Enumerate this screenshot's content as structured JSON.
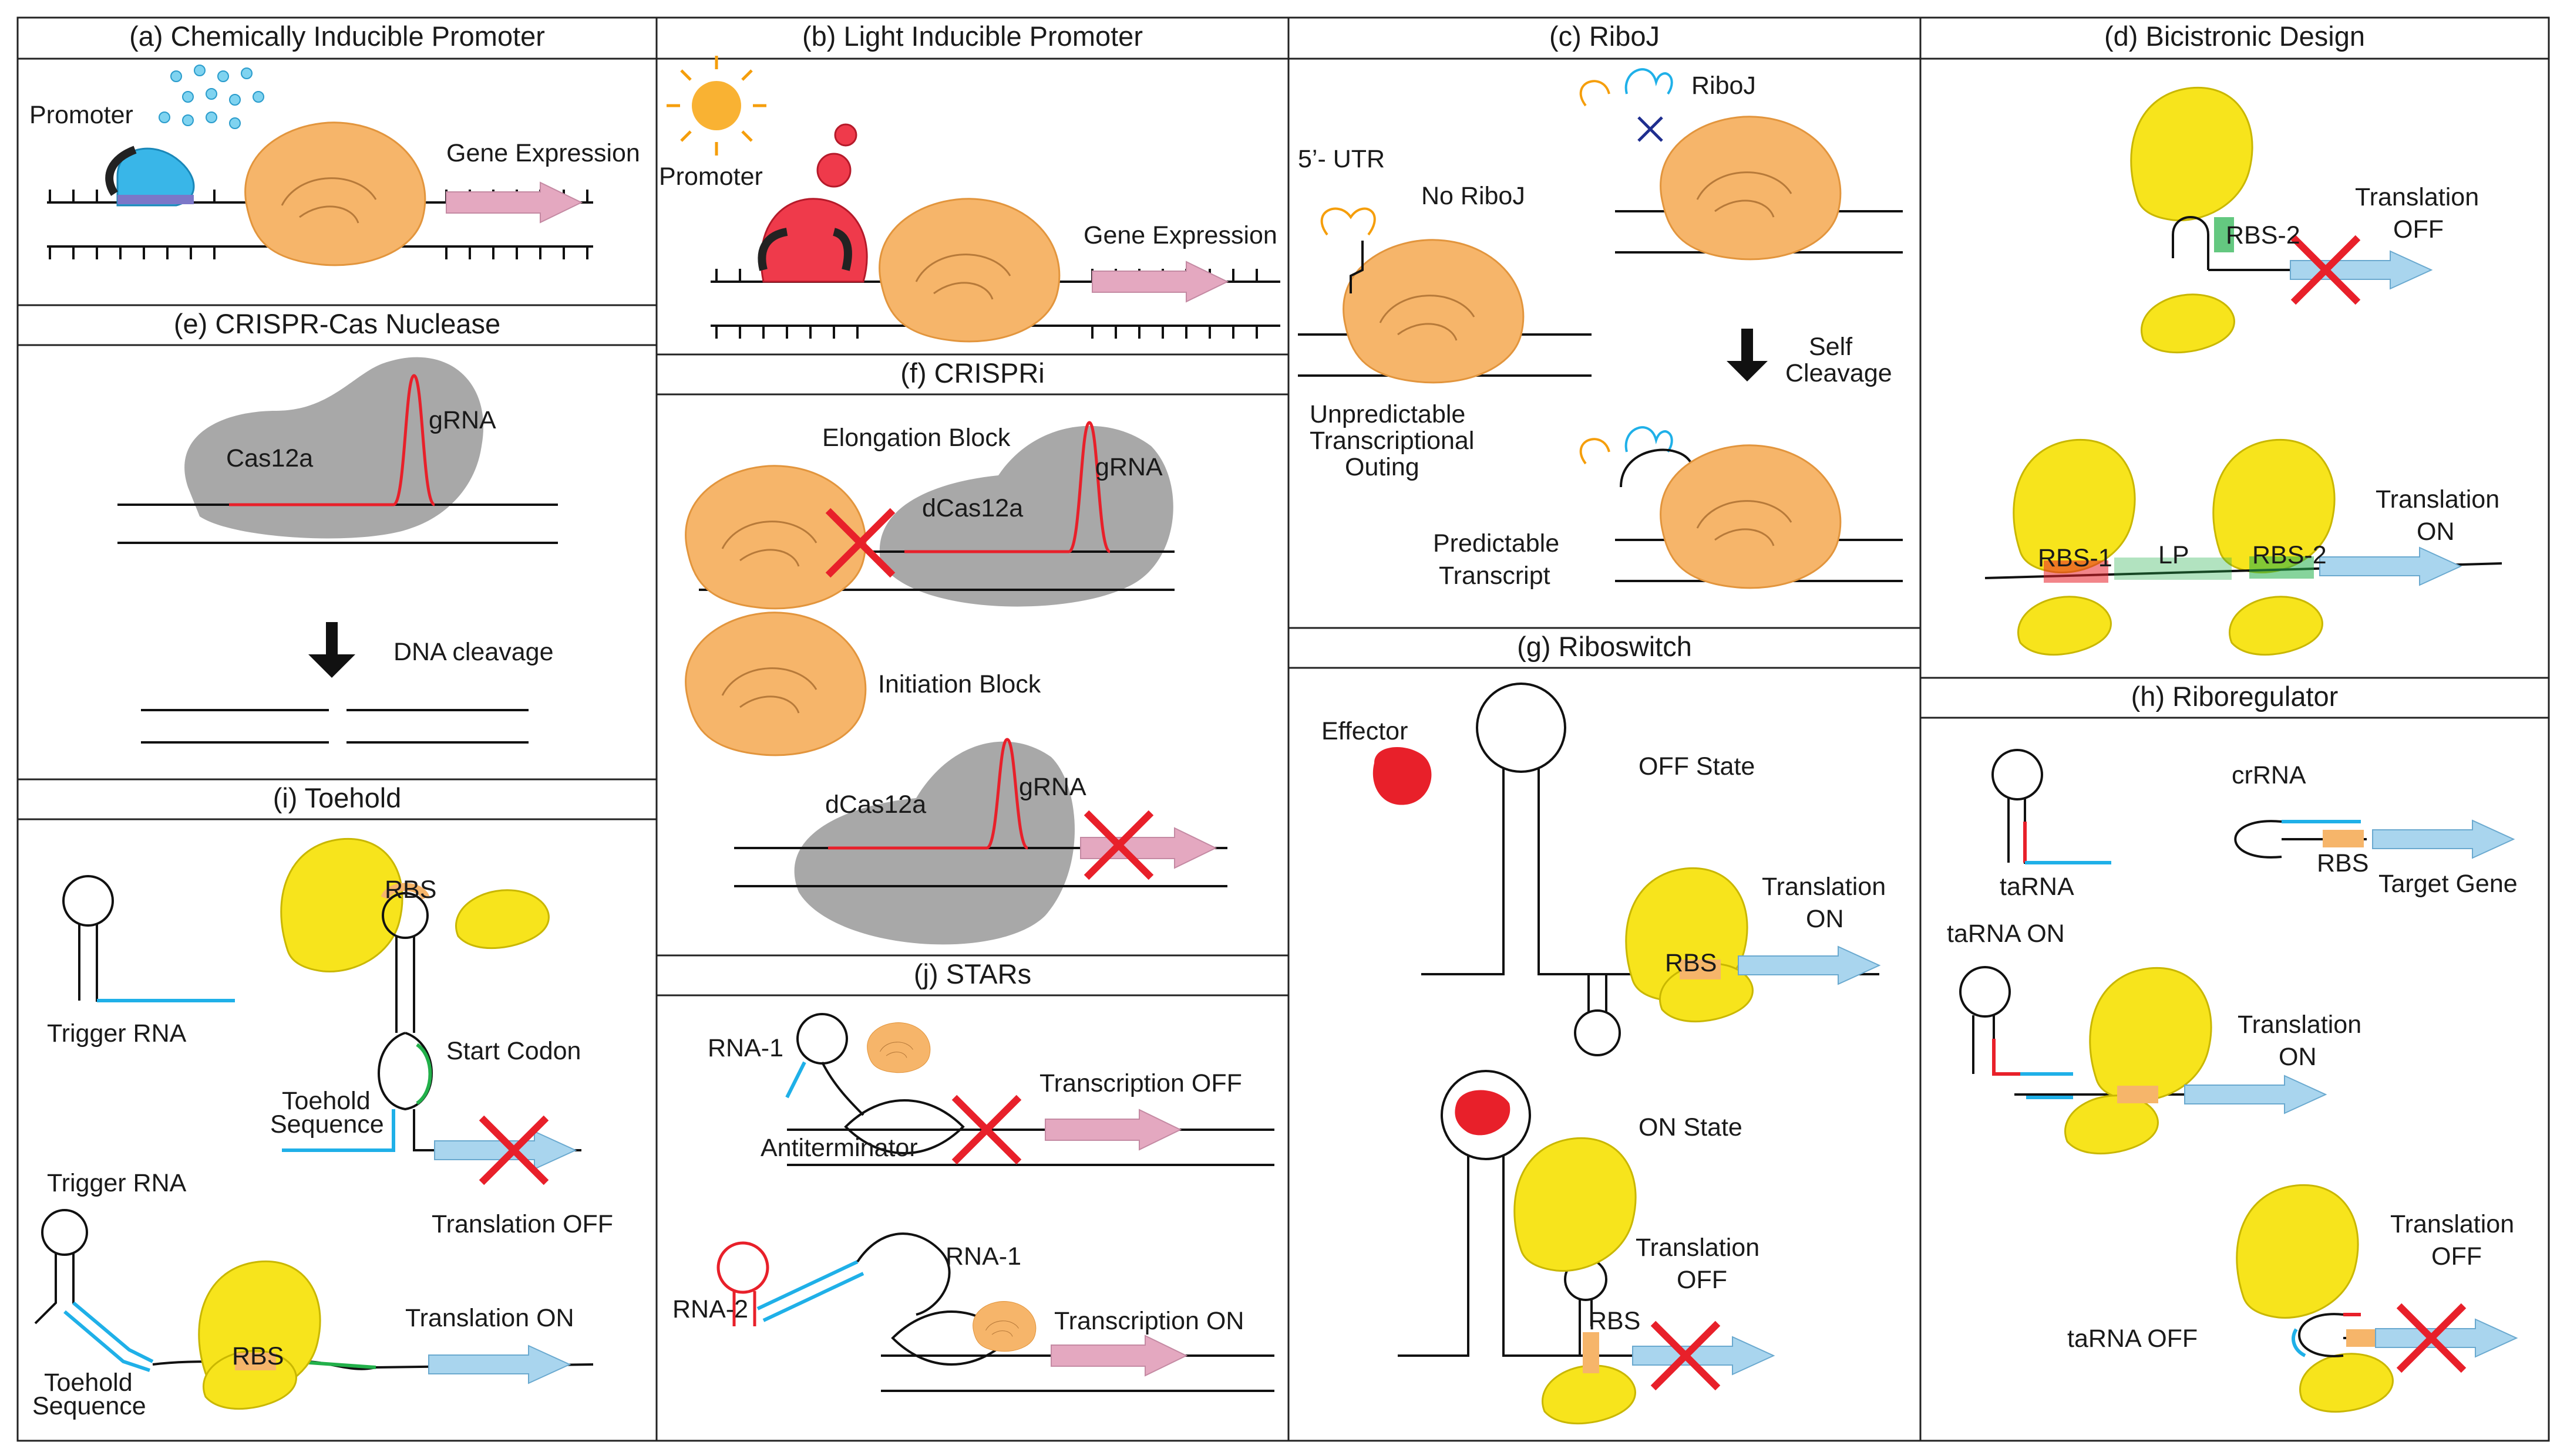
{
  "colors": {
    "ribosome_orange": "#f6b56a",
    "yellow_protein": "#f7e41c",
    "cas_gray": "#a8a8a8",
    "rna_red": "#e8202a",
    "rna_blue": "#1fb0e8",
    "rna_green": "#22b04a",
    "gene_pink": "#e4a8c0",
    "gene_blue": "#a9d5ee",
    "cross_red": "#e8202a"
  },
  "panels": {
    "a": {
      "title": "(a) Chemically Inducible Promoter",
      "promoter": "Promoter",
      "expression": "Gene Expression"
    },
    "b": {
      "title": "(b) Light Inducible Promoter",
      "promoter": "Promoter",
      "expression": "Gene Expression"
    },
    "c": {
      "title": "(c) RiboJ",
      "riboj": "RiboJ",
      "utr": "5’- UTR",
      "no_riboj": "No RiboJ",
      "self1": "Self",
      "self2": "Cleavage",
      "unpred1": "Unpredictable",
      "unpred2": "Transcriptional",
      "unpred3": "Outing",
      "pred1": "Predictable",
      "pred2": "Transcript"
    },
    "d": {
      "title": "(d) Bicistronic Design",
      "rbs2": "RBS-2",
      "off1": "Translation",
      "off2": "OFF",
      "rbs1": "RBS-1",
      "lp": "LP",
      "rbs2b": "RBS-2",
      "on1": "Translation",
      "on2": "ON"
    },
    "e": {
      "title": "(e) CRISPR-Cas Nuclease",
      "cas": "Cas12a",
      "grna": "gRNA",
      "cleave": "DNA cleavage"
    },
    "f": {
      "title": "(f) CRISPRi",
      "elong": "Elongation Block",
      "dcas1": "dCas12a",
      "grna1": "gRNA",
      "init": "Initiation Block",
      "dcas2": "dCas12a",
      "grna2": "gRNA"
    },
    "g": {
      "title": "(g) Riboswitch",
      "effector": "Effector",
      "off_state": "OFF State",
      "on1": "Translation",
      "on2": "ON",
      "rbs1": "RBS",
      "on_state": "ON State",
      "off1": "Translation",
      "off2": "OFF",
      "rbs2": "RBS"
    },
    "h": {
      "title": "(h) Riboregulator",
      "crrna": "crRNA",
      "tarna": "taRNA",
      "rbs": "RBS",
      "target": "Target Gene",
      "tarna_on": "taRNA ON",
      "on1": "Translation",
      "on2": "ON",
      "off1": "Translation",
      "off2": "OFF",
      "tarna_off": "taRNA OFF"
    },
    "i": {
      "title": "(i) Toehold",
      "trigger1": "Trigger RNA",
      "rbs1": "RBS",
      "start": "Start Codon",
      "toe1a": "Toehold",
      "toe1b": "Sequence",
      "off": "Translation OFF",
      "trigger2": "Trigger RNA",
      "rbs2": "RBS",
      "on": "Translation ON",
      "toe2a": "Toehold",
      "toe2b": "Sequence"
    },
    "j": {
      "title": "(j) STARs",
      "rna1": "RNA-1",
      "tx_off": "Transcription OFF",
      "anti": "Antiterminator",
      "rna1b": "RNA-1",
      "rna2": "RNA-2",
      "tx_on": "Transcription ON"
    }
  }
}
